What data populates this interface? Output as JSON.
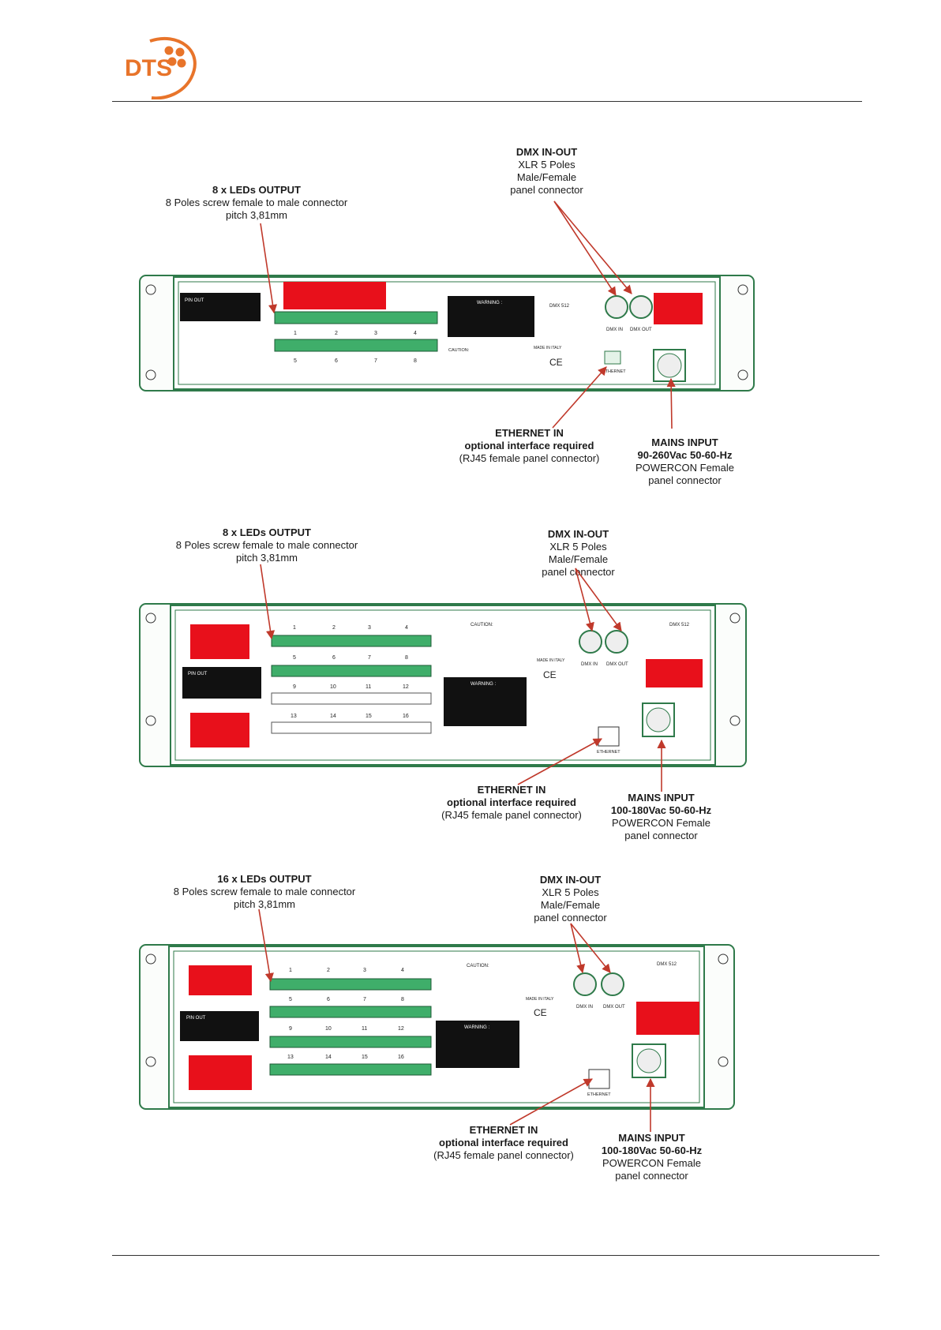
{
  "header": {
    "logo_text": "DTS"
  },
  "colors": {
    "brand_orange": "#e8742a",
    "label_red": "#e8101b",
    "arrow_red": "#c0392b",
    "panel_green": "#2f7a4a",
    "terminal_green": "#3fae6a"
  },
  "panels": [
    {
      "leds_output": {
        "title": "8 x LEDs OUTPUT",
        "line1": "8 Poles screw female to male connector",
        "line2": "pitch 3,81mm"
      },
      "dmx": {
        "title": "DMX IN-OUT",
        "line1": "XLR 5 Poles",
        "line2": "Male/Female",
        "line3": "panel connector"
      },
      "ethernet": {
        "title": "ETHERNET IN",
        "line1": "optional interface required",
        "line2": "(RJ45 female panel connector)"
      },
      "mains": {
        "title": "MAINS INPUT",
        "line1": "90-260Vac 50-60-Hz",
        "line2": "POWERCON Female",
        "line3": "panel connector"
      },
      "labels": {
        "dmx_in": "DMX IN",
        "dmx_out": "DMX OUT",
        "ethernet": "ETHERNET",
        "dmx512": "DMX 512",
        "pin_out": "PIN OUT",
        "warning": "WARNING :",
        "caution": "CAUTION:",
        "made_in": "MADE IN ITALY",
        "ce": "CE",
        "channels": [
          "1",
          "2",
          "3",
          "4",
          "5",
          "6",
          "7",
          "8"
        ]
      }
    },
    {
      "leds_output": {
        "title": "8 x LEDs OUTPUT",
        "line1": "8 Poles screw female to male connector",
        "line2": "pitch 3,81mm"
      },
      "dmx": {
        "title": "DMX IN-OUT",
        "line1": "XLR 5 Poles",
        "line2": "Male/Female",
        "line3": "panel connector"
      },
      "ethernet": {
        "title": "ETHERNET IN",
        "line1": "optional interface required",
        "line2": "(RJ45 female panel connector)"
      },
      "mains": {
        "title": "MAINS INPUT",
        "line1": "100-180Vac 50-60-Hz",
        "line2": "POWERCON Female",
        "line3": "panel connector"
      },
      "labels": {
        "dmx_in": "DMX IN",
        "dmx_out": "DMX OUT",
        "ethernet": "ETHERNET",
        "dmx512": "DMX 512",
        "pin_out": "PIN OUT",
        "warning": "WARNING :",
        "caution": "CAUTION:",
        "made_in": "MADE IN ITALY",
        "ce": "CE",
        "channels": [
          "1",
          "2",
          "3",
          "4",
          "5",
          "6",
          "7",
          "8",
          "9",
          "10",
          "11",
          "12",
          "13",
          "14",
          "15",
          "16"
        ]
      }
    },
    {
      "leds_output": {
        "title": "16 x LEDs OUTPUT",
        "line1": "8 Poles screw female to male connector",
        "line2": "pitch 3,81mm"
      },
      "dmx": {
        "title": "DMX IN-OUT",
        "line1": "XLR 5 Poles",
        "line2": "Male/Female",
        "line3": "panel connector"
      },
      "ethernet": {
        "title": "ETHERNET IN",
        "line1": "optional interface required",
        "line2": "(RJ45 female panel connector)"
      },
      "mains": {
        "title": "MAINS INPUT",
        "line1": "100-180Vac 50-60-Hz",
        "line2": "POWERCON Female",
        "line3": "panel connector"
      },
      "labels": {
        "dmx_in": "DMX IN",
        "dmx_out": "DMX OUT",
        "ethernet": "ETHERNET",
        "dmx512": "DMX 512",
        "pin_out": "PIN OUT",
        "warning": "WARNING :",
        "caution": "CAUTION:",
        "made_in": "MADE IN ITALY",
        "ce": "CE",
        "channels": [
          "1",
          "2",
          "3",
          "4",
          "5",
          "6",
          "7",
          "8",
          "9",
          "10",
          "11",
          "12",
          "13",
          "14",
          "15",
          "16"
        ]
      }
    }
  ]
}
